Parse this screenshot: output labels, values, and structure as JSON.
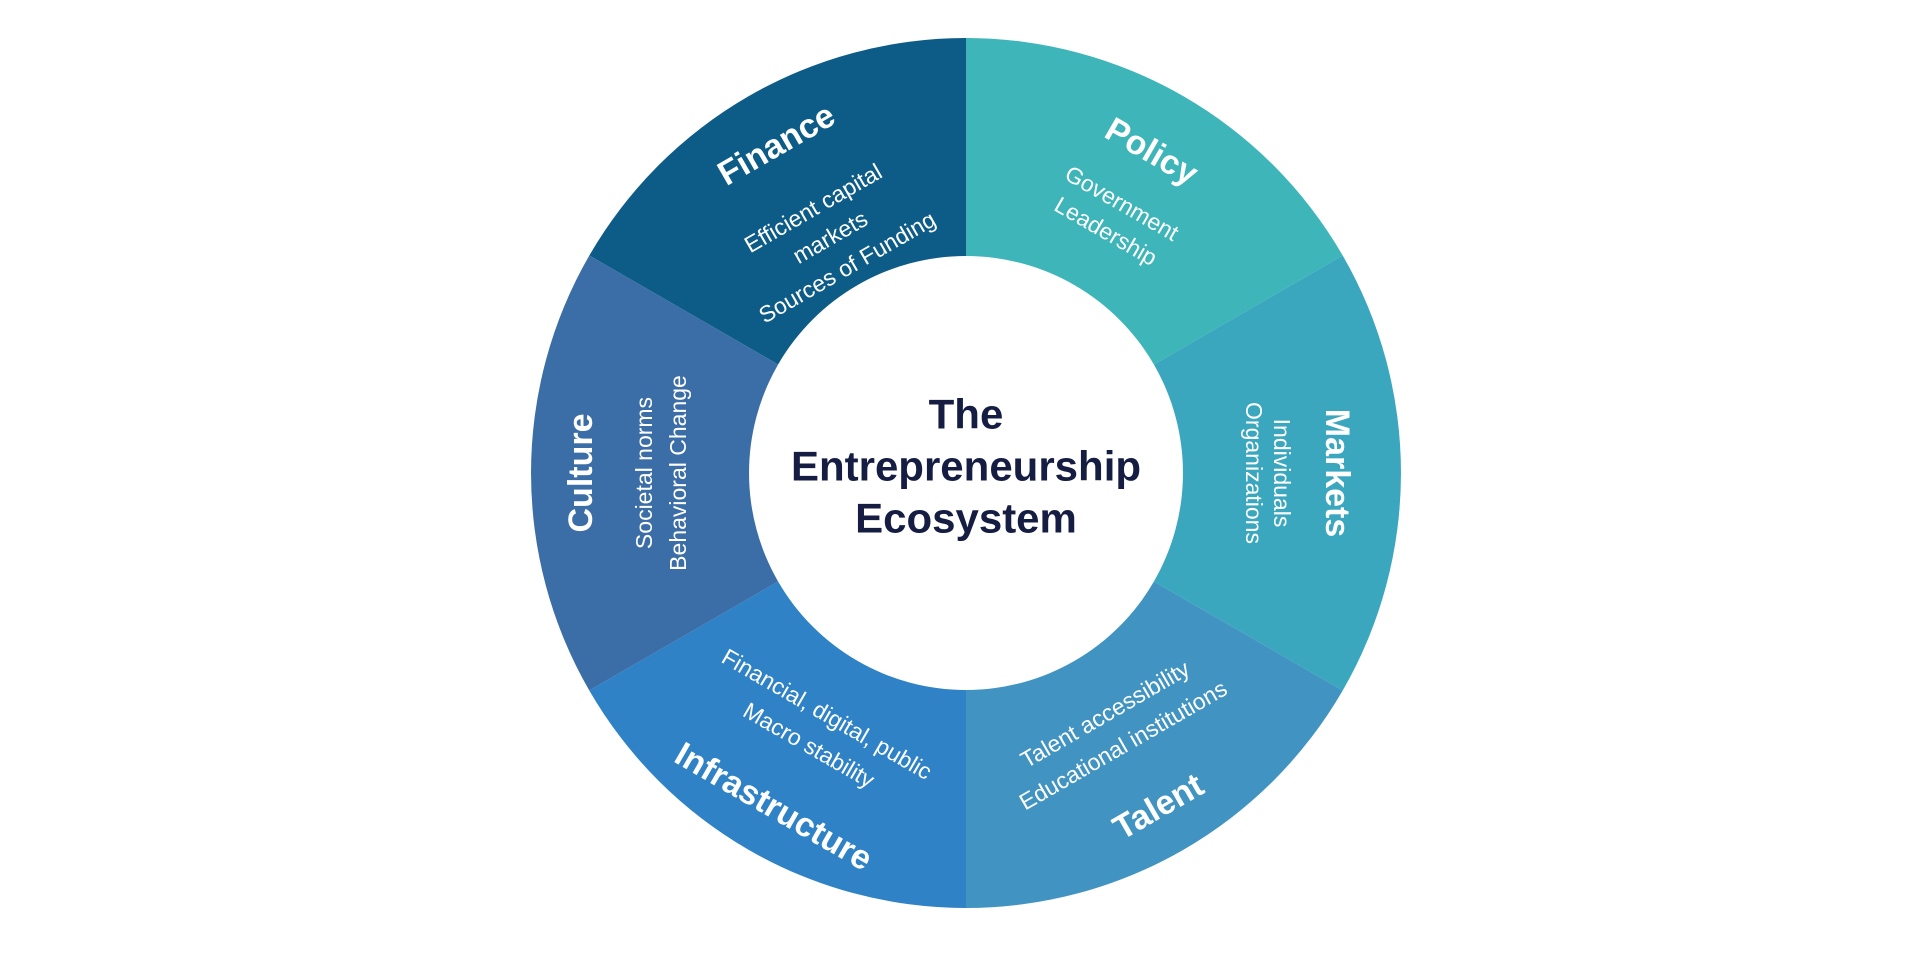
{
  "background_color": "#ffffff",
  "center_title": {
    "lines": [
      "The",
      "Entrepreneurship",
      "Ecosystem"
    ],
    "color": "#151d42"
  },
  "segments": [
    {
      "label": "Finance",
      "details": [
        "Efficient capital",
        "markets",
        "Sources of Funding"
      ],
      "color": "#0d5c88",
      "position": "top-left"
    },
    {
      "label": "Policy",
      "details": [
        "Government",
        "Leadership"
      ],
      "color": "#3db5b9",
      "position": "top-right"
    },
    {
      "label": "Markets",
      "details": [
        "Individuals",
        "Organizations"
      ],
      "color": "#3aa7be",
      "position": "right"
    },
    {
      "label": "Talent",
      "details": [
        "Talent accessibility",
        "Educational institutions"
      ],
      "color": "#4194c2",
      "position": "bottom-right"
    },
    {
      "label": "Infrastructure",
      "details": [
        "Financial, digital, public",
        "Macro stability"
      ],
      "color": "#2e82c5",
      "position": "bottom-left"
    },
    {
      "label": "Culture",
      "details": [
        "Societal norms",
        "Behavioral Change"
      ],
      "color": "#3b6da7",
      "position": "left"
    }
  ],
  "segment_text_color": "#ffffff"
}
